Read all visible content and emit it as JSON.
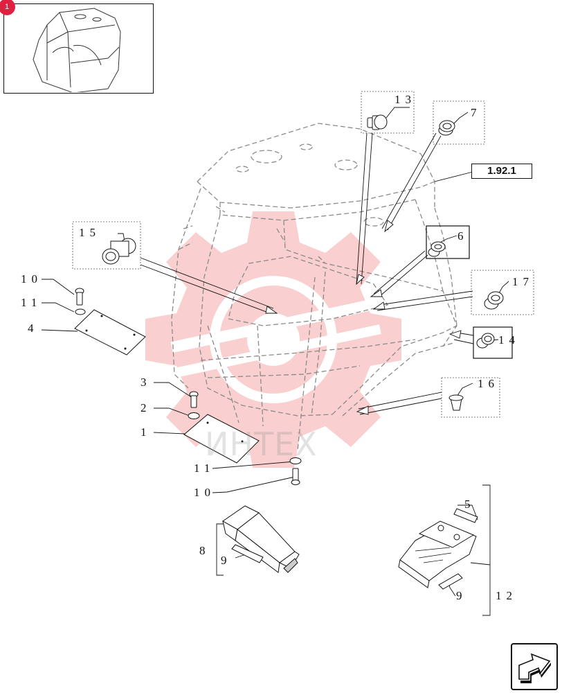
{
  "reference_box": "1.92.1",
  "watermark_text": "ИНТЕХ",
  "thumbnail_badge": "1",
  "callouts": {
    "c1": "1",
    "c2": "2",
    "c3": "3",
    "c4": "4",
    "c5": "5",
    "c6": "6",
    "c7": "7",
    "c8": "8",
    "c9a": "9",
    "c9b": "9",
    "c10a": "10",
    "c10b": "10",
    "c11a": "11",
    "c11b": "11",
    "c12": "12",
    "c13": "13",
    "c14": "14",
    "c15": "15",
    "c16": "16",
    "c17": "17"
  },
  "icons": {
    "logo_watermark": "gear-logo-icon",
    "nav_arrow": "next-page-arrow-icon"
  },
  "colors": {
    "ink": "#111111",
    "dashed": "#8a8a8a",
    "watermark_red": "#f0a0a0",
    "badge": "#e02040"
  }
}
